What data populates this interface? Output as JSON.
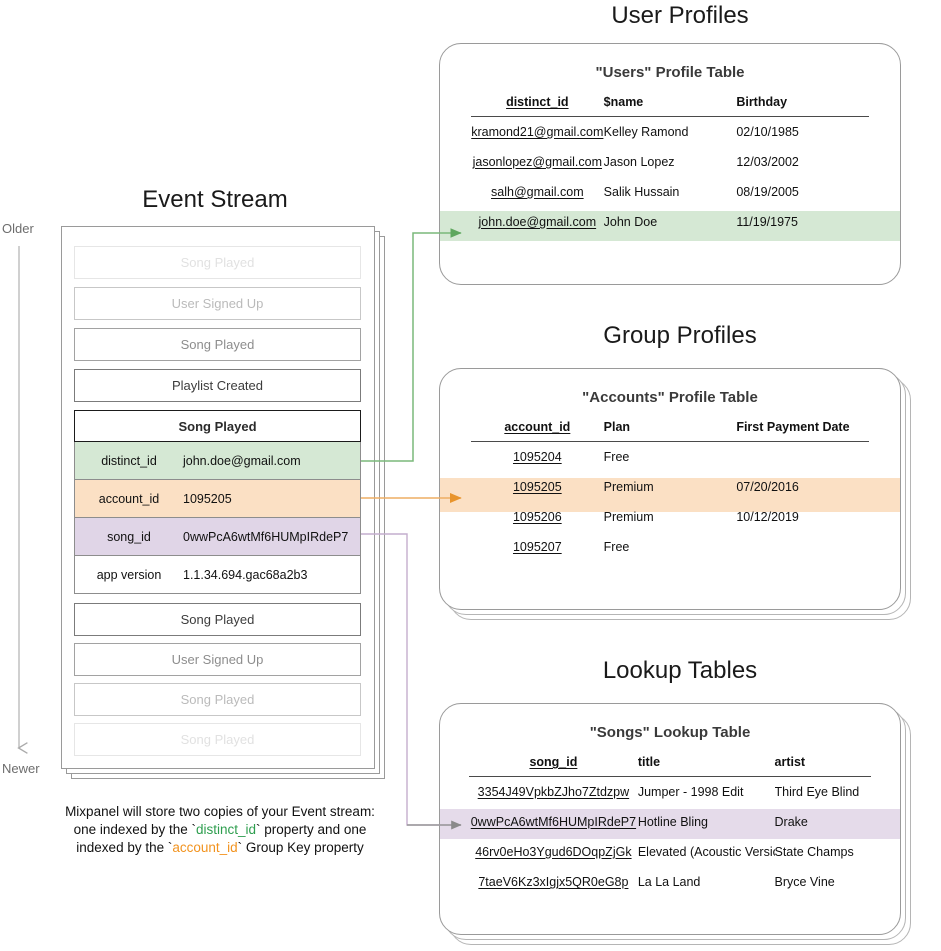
{
  "sections": {
    "event_stream_title": "Event Stream",
    "user_profiles_title": "User Profiles",
    "group_profiles_title": "Group Profiles",
    "lookup_tables_title": "Lookup Tables"
  },
  "axis": {
    "older": "Older",
    "newer": "Newer"
  },
  "event_stream": {
    "events_above": [
      {
        "label": "Song Played",
        "fade": "f1"
      },
      {
        "label": "User Signed Up",
        "fade": "f2"
      },
      {
        "label": "Song Played",
        "fade": "f3"
      },
      {
        "label": "Playlist Created",
        "fade": "f4"
      }
    ],
    "events_below": [
      {
        "label": "Song Played",
        "fade": "f4"
      },
      {
        "label": "User Signed Up",
        "fade": "f3"
      },
      {
        "label": "Song Played",
        "fade": "f2"
      },
      {
        "label": "Song Played",
        "fade": "f1"
      }
    ],
    "focused_event": {
      "name": "Song Played",
      "properties": [
        {
          "key": "distinct_id",
          "value": "john.doe@gmail.com",
          "highlight": "green"
        },
        {
          "key": "account_id",
          "value": "1095205",
          "highlight": "orange"
        },
        {
          "key": "song_id",
          "value": "0wwPcA6wtMf6HUMpIRdeP7",
          "highlight": "purple"
        },
        {
          "key": "app version",
          "value": "1.1.34.694.gac68a2b3",
          "highlight": "none"
        }
      ]
    }
  },
  "caption": {
    "line1_a": "Mixpanel will store two copies of your Event stream:",
    "line2_a": "one indexed by the `",
    "line2_key": "distinct_id",
    "line2_b": "` property and one",
    "line3_a": "indexed by the `",
    "line3_key": "account_id",
    "line3_b": "` Group Key property"
  },
  "users_table": {
    "title": "\"Users\" Profile Table",
    "columns": [
      "distinct_id",
      "$name",
      "Birthday"
    ],
    "rows": [
      {
        "cells": [
          "kramond21@gmail.com",
          "Kelley Ramond",
          "02/10/1985"
        ],
        "highlight": "none"
      },
      {
        "cells": [
          "jasonlopez@gmail.com",
          "Jason Lopez",
          "12/03/2002"
        ],
        "highlight": "none"
      },
      {
        "cells": [
          "salh@gmail.com",
          "Salik Hussain",
          "08/19/2005"
        ],
        "highlight": "none"
      },
      {
        "cells": [
          "john.doe@gmail.com",
          "John Doe",
          "11/19/1975"
        ],
        "highlight": "green"
      }
    ]
  },
  "accounts_table": {
    "title": "\"Accounts\" Profile Table",
    "columns": [
      "account_id",
      "Plan",
      "First Payment Date"
    ],
    "rows": [
      {
        "cells": [
          "1095204",
          "Free",
          ""
        ],
        "highlight": "none"
      },
      {
        "cells": [
          "1095205",
          "Premium",
          "07/20/2016"
        ],
        "highlight": "orange"
      },
      {
        "cells": [
          "1095206",
          "Premium",
          "10/12/2019"
        ],
        "highlight": "none"
      },
      {
        "cells": [
          "1095207",
          "Free",
          ""
        ],
        "highlight": "none"
      }
    ]
  },
  "songs_table": {
    "title": "\"Songs\" Lookup Table",
    "columns": [
      "song_id",
      "title",
      "artist"
    ],
    "rows": [
      {
        "cells": [
          "3354J49VpkbZJho7Ztdzpw",
          "Jumper - 1998 Edit",
          "Third Eye Blind"
        ],
        "highlight": "none"
      },
      {
        "cells": [
          "0wwPcA6wtMf6HUMpIRdeP7",
          "Hotline Bling",
          "Drake"
        ],
        "highlight": "purple"
      },
      {
        "cells": [
          "46rv0eHo3Ygud6DOqpZjGk",
          "Elevated (Acoustic Version)",
          "State Champs"
        ],
        "highlight": "none"
      },
      {
        "cells": [
          "7taeV6Kz3xIgjx5QR0eG8p",
          "La La Land",
          "Bryce Vine"
        ],
        "highlight": "none"
      }
    ]
  },
  "colors": {
    "green_fill": "#d5e8d4",
    "orange_fill": "#fbe0c4",
    "purple_fill": "#e5dbea",
    "green_arrow": "#5ea75e",
    "orange_arrow": "#e8942c",
    "purple_line": "#c4aecd",
    "gray_arrow": "#8a8a8a",
    "caption_green": "#2e9e4f",
    "caption_orange": "#f2931f"
  }
}
